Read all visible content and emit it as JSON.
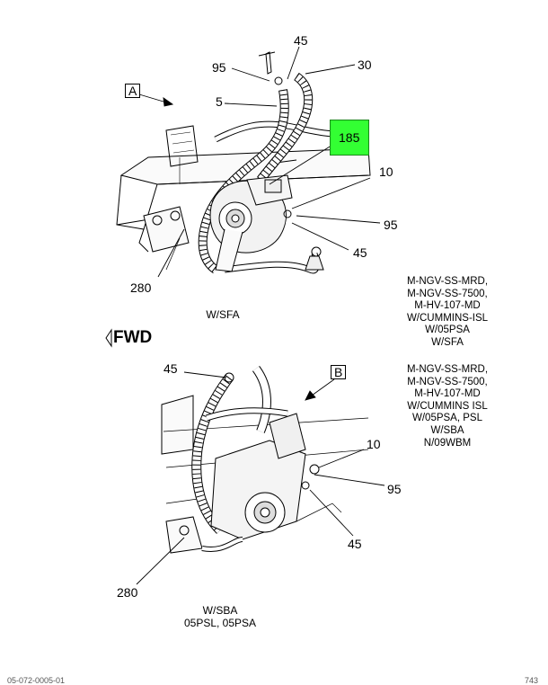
{
  "top": {
    "view_label": "A",
    "callouts": {
      "c45_top": "45",
      "c95_top": "95",
      "c30": "30",
      "c5": "5",
      "c185": "185",
      "c10": "10",
      "c95_right": "95",
      "c45_right": "45",
      "c280": "280"
    },
    "caption": "W/SFA",
    "note_lines": [
      "M-NGV-SS-MRD,",
      "M-NGV-SS-7500,",
      "M-HV-107-MD",
      "W/CUMMINS-ISL",
      "W/05PSA",
      "W/SFA"
    ]
  },
  "fwd_label": "FWD",
  "bottom": {
    "view_label": "B",
    "callouts": {
      "c45_top": "45",
      "c10": "10",
      "c95": "95",
      "c45_right": "45",
      "c280": "280"
    },
    "caption_lines": [
      "W/SBA",
      "05PSL, 05PSA"
    ],
    "note_lines": [
      "M-NGV-SS-MRD,",
      "M-NGV-SS-7500,",
      "M-HV-107-MD",
      "W/CUMMINS ISL",
      "W/05PSA, PSL",
      "W/SBA",
      "N/09WBM"
    ]
  },
  "highlight_color": "#33ff33",
  "footer": {
    "left": "05-072-0005-01",
    "right": "743"
  }
}
